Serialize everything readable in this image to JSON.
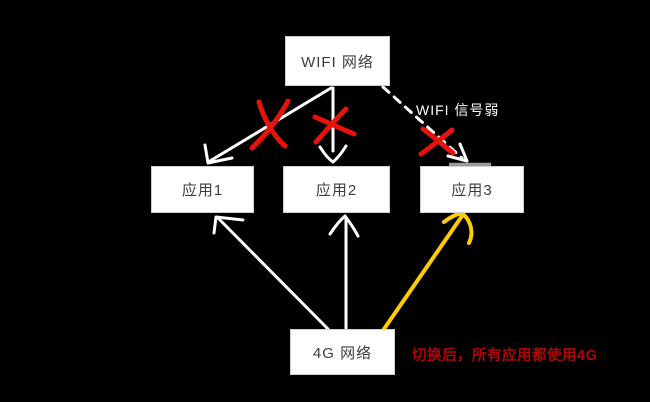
{
  "diagram": {
    "nodes": [
      {
        "id": "wifi-network",
        "label": "WIFI 网络"
      },
      {
        "id": "app1",
        "label": "应用1"
      },
      {
        "id": "app2",
        "label": "应用2"
      },
      {
        "id": "app3",
        "label": "应用3"
      },
      {
        "id": "4g-network",
        "label": "4G 网络"
      }
    ],
    "edges": [
      {
        "from": "wifi-network",
        "to": "app1",
        "style": "solid-white",
        "status": "blocked-red-x"
      },
      {
        "from": "wifi-network",
        "to": "app2",
        "style": "solid-white",
        "status": "blocked-red-x"
      },
      {
        "from": "wifi-network",
        "to": "app3",
        "style": "dashed-white",
        "status": "blocked-red-x"
      },
      {
        "from": "4g-network",
        "to": "app1",
        "style": "solid-white",
        "status": "active"
      },
      {
        "from": "4g-network",
        "to": "app2",
        "style": "solid-white",
        "status": "active"
      },
      {
        "from": "4g-network",
        "to": "app3",
        "style": "solid-yellow",
        "status": "active-highlight"
      }
    ],
    "annotations": {
      "wifi_weak_label": "WIFI 信号弱",
      "switch_note": "切换后，所有应用都使用4G"
    },
    "colors": {
      "background": "#000000",
      "node_fill": "#ffffff",
      "node_text": "#3d3d3d",
      "arrow_white": "#ffffff",
      "arrow_yellow": "#ffcc00",
      "cross_red": "#e8120c",
      "note_red": "#b00404"
    }
  }
}
